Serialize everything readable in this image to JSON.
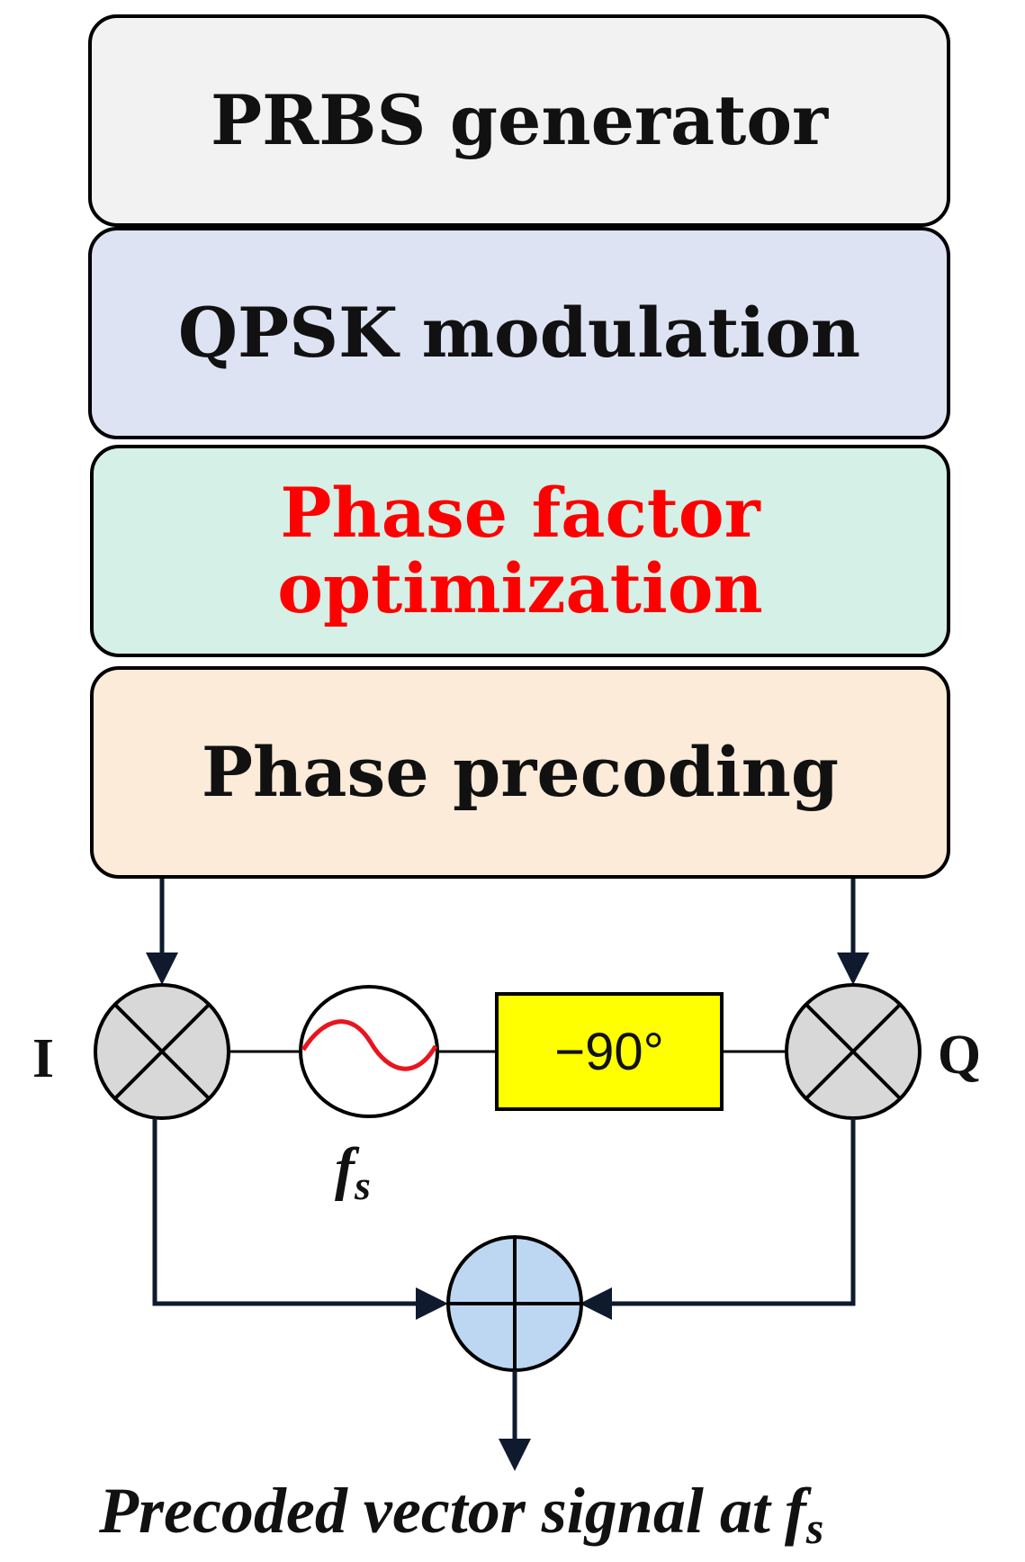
{
  "blocks": {
    "prbs": {
      "label": "PRBS generator",
      "fill": "#f2f2f2"
    },
    "qpsk": {
      "label": "QPSK modulation",
      "fill": "#dde3f3"
    },
    "phase_factor": {
      "line1": "Phase factor",
      "line2": "optimization",
      "fill": "#d5f0e6",
      "text_color": "#ff0000"
    },
    "precoding": {
      "label": "Phase precoding",
      "fill": "#fcebd9"
    }
  },
  "mixer_labels": {
    "i": "I",
    "q": "Q"
  },
  "oscillator": {
    "label_f": "f",
    "label_sub": "s",
    "wave_color": "#e8141e"
  },
  "phase_shifter": {
    "label": "−90°",
    "fill": "#ffff00"
  },
  "output": {
    "label": "Precoded vector signal at",
    "f": "f",
    "sub": "s"
  },
  "colors": {
    "mixer_fill": "#d8d8d8",
    "adder_fill": "#bdd7f3",
    "arrow": "#0f1a2e"
  }
}
